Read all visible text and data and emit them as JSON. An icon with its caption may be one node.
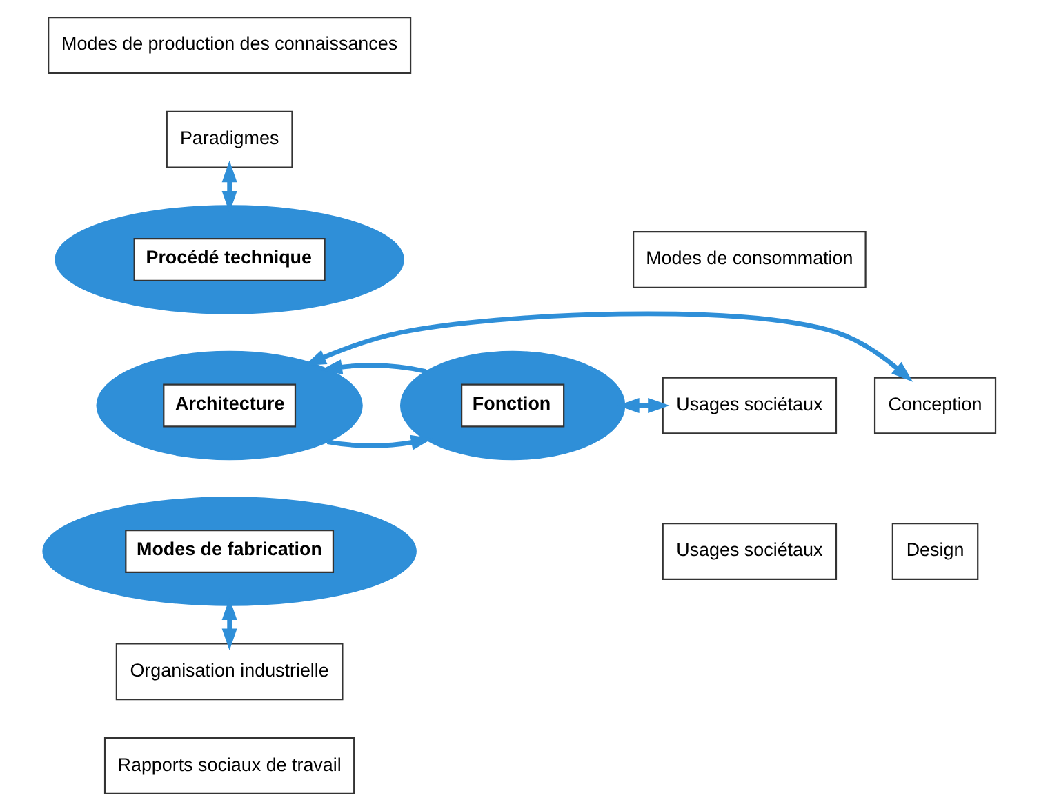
{
  "diagram": {
    "nodes": [
      {
        "text": [
          "Modes de production des connaissances"
        ]
      },
      {
        "text": [
          "Paradigmes"
        ]
      },
      {
        "text": [
          "Procédé technique"
        ]
      },
      {
        "text": [
          "Modes de consommation"
        ]
      },
      {
        "text": [
          "Conception"
        ]
      },
      {
        "text": [
          "Architecture"
        ]
      },
      {
        "text": [
          "Fonction"
        ]
      },
      {
        "text": [
          "Usages sociétaux"
        ]
      },
      {
        "text": [
          "Design"
        ]
      },
      {
        "text": [
          "Usages sociétaux"
        ]
      },
      {
        "text": [
          "Modes de fabrication"
        ]
      },
      {
        "text": [
          "Organisation industrielle"
        ]
      },
      {
        "text": [
          "Rapports sociaux de travail"
        ]
      }
    ],
    "edges": [
      {
        "from": 1,
        "to": 2,
        "arrow": "both"
      },
      {
        "from": 5,
        "to": 4,
        "arrow": "both"
      },
      {
        "from": 5,
        "to": 6,
        "arrow": "to"
      },
      {
        "from": 6,
        "to": 5,
        "arrow": "to"
      },
      {
        "from": 6,
        "to": 7,
        "arrow": "both"
      },
      {
        "from": 10,
        "to": 11,
        "arrow": "both"
      }
    ]
  }
}
